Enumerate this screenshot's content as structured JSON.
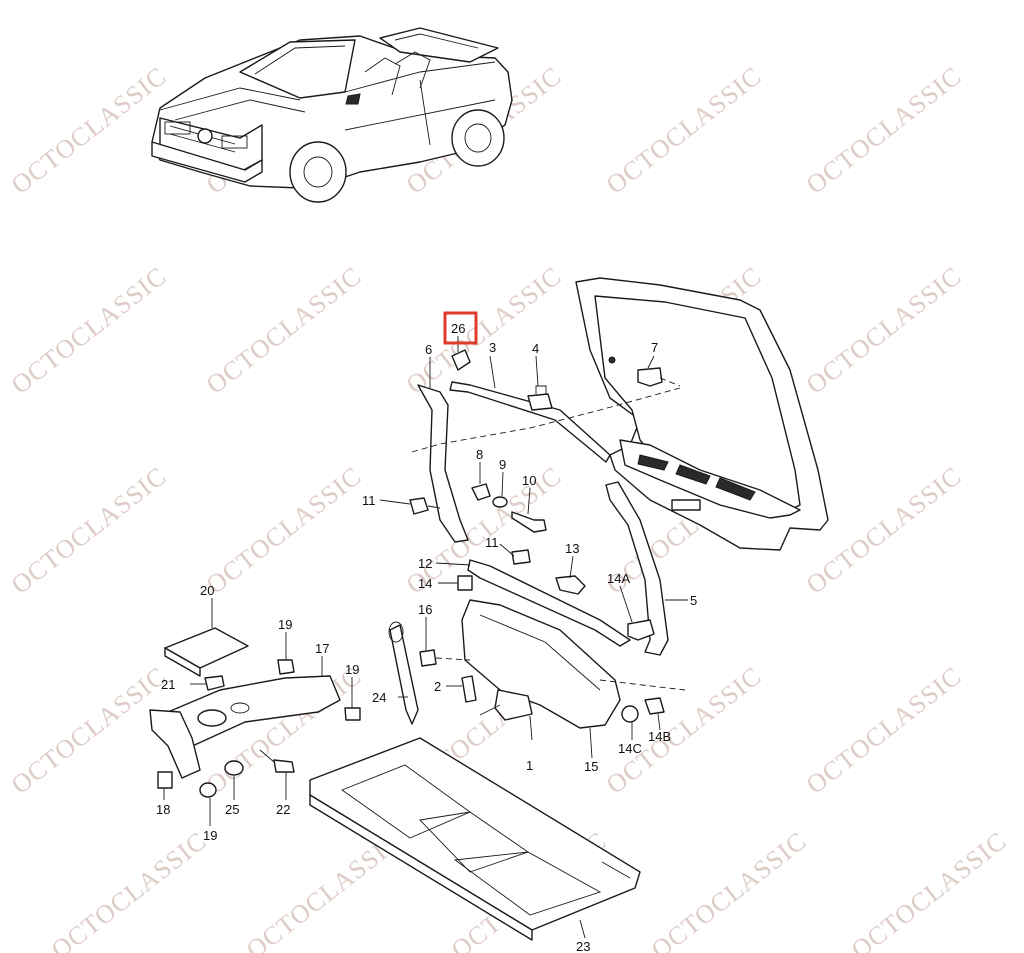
{
  "watermark": "OCTOCLASSIC",
  "colors": {
    "highlight": "#e03a2a",
    "watermark": "#d8c3bd",
    "ink": "#1a1a1a"
  },
  "labels": {
    "p26": "26",
    "p3": "3",
    "p4": "4",
    "p6": "6",
    "p7": "7",
    "p8": "8",
    "p9": "9",
    "p10": "10",
    "p11a": "11",
    "p11b": "11",
    "p12": "12",
    "p13": "13",
    "p14": "14",
    "p14A": "14A",
    "p5": "5",
    "p16": "16",
    "p20": "20",
    "p19a": "19",
    "p17": "17",
    "p19b": "19",
    "p21": "21",
    "p2": "2",
    "p24": "24",
    "p1": "1",
    "p15": "15",
    "p14C": "14C",
    "p14B": "14B",
    "p18": "18",
    "p25": "25",
    "p22": "22",
    "p19c": "19",
    "p23": "23"
  },
  "highlighted_part": "26"
}
